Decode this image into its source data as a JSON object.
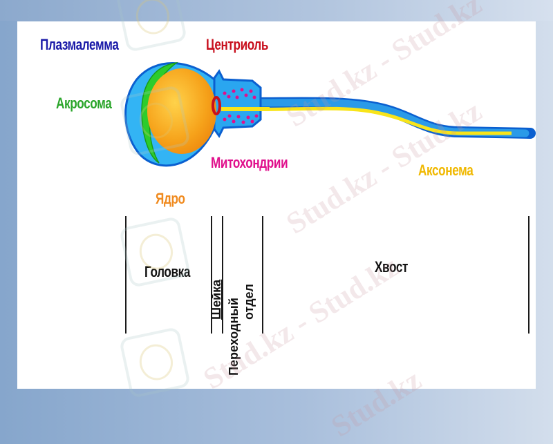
{
  "diagram": {
    "subject": "sperm cell structure",
    "labels": {
      "plasmalemma": "Плазмалемма",
      "acrosome": "Акросома",
      "centriole": "Центриоль",
      "mitochondria": "Митохондрии",
      "nucleus": "Ядро",
      "axoneme": "Аксонема"
    },
    "sections": {
      "head": "Головка",
      "neck": "Шейка",
      "midpiece_line1": "Переходный",
      "midpiece_line2": "отдел",
      "tail": "Хвост"
    },
    "colors": {
      "plasmalemma": "#1a1aa8",
      "acrosome": "#2aa52a",
      "centriole": "#c8101e",
      "mitochondria": "#e0108c",
      "nucleus": "#f08a1e",
      "axoneme": "#f0b800",
      "membrane": "#1e9ae8",
      "membrane_dark": "#0a5fd0",
      "yolk": "#f4a51c",
      "axoneme_core": "#f8e41a"
    }
  },
  "watermark": {
    "text": "Stud.kz",
    "text_long": "Stud.kz - Stud.kz"
  }
}
